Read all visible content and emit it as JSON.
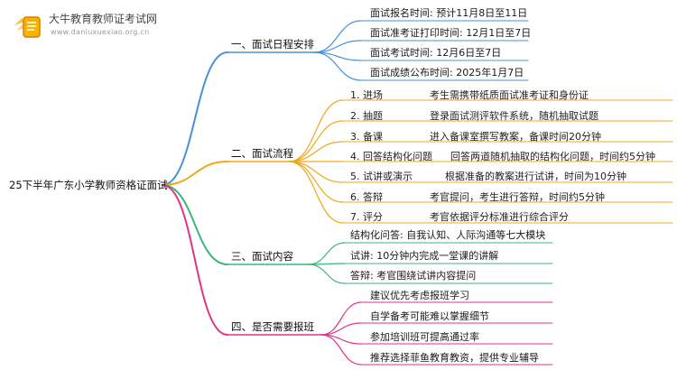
{
  "logo": {
    "title": "大牛教育教师证考试网",
    "url": "www.daniuxuexiao.org.cn",
    "colors": {
      "book": "#f4b400",
      "stroke": "#e07b00",
      "wing": "#f7c948"
    }
  },
  "root": {
    "label": "25下半年广东小学教师资格证面试"
  },
  "branches": {
    "schedule": {
      "label": "一、面试日程安排",
      "color": "#4a90d9",
      "items": [
        "面试报名时间: 预计11月8日至11日",
        "面试准考证打印时间: 12月1日至7日",
        "面试考试时间: 12月6日至7日",
        "面试成绩公布时间: 2025年1月7日"
      ]
    },
    "process": {
      "label": "二、面试流程",
      "color": "#f0a81c",
      "steps": [
        {
          "name": "1. 进场",
          "desc": "考生需携带纸质面试准考证和身份证"
        },
        {
          "name": "2. 抽题",
          "desc": "登录面试测评软件系统，随机抽取试题"
        },
        {
          "name": "3. 备课",
          "desc": "进入备课室撰写教案，备课时间20分钟"
        },
        {
          "name": "4. 回答结构化问题",
          "desc": "回答两道随机抽取的结构化问题，时间约5分钟"
        },
        {
          "name": "5. 试讲或演示",
          "desc": "根据准备的教案进行试讲，时间为10分钟"
        },
        {
          "name": "6. 答辩",
          "desc": "考官提问，考生进行答辩，时间约5分钟"
        },
        {
          "name": "7. 评分",
          "desc": "考官依据评分标准进行综合评分"
        }
      ]
    },
    "content": {
      "label": "三、面试内容",
      "color": "#3cb77a",
      "items": [
        "结构化问答: 自我认知、人际沟通等七大模块",
        "试讲: 10分钟内完成一堂课的讲解",
        "答辩: 考官围绕试讲内容提问"
      ]
    },
    "training": {
      "label": "四、是否需要报班",
      "color": "#e0338a",
      "items": [
        "建议优先考虑报班学习",
        "自学备考可能难以掌握细节",
        "参加培训班可提高通过率",
        "推荐选择菲鱼教育教资，提供专业辅导"
      ]
    }
  }
}
